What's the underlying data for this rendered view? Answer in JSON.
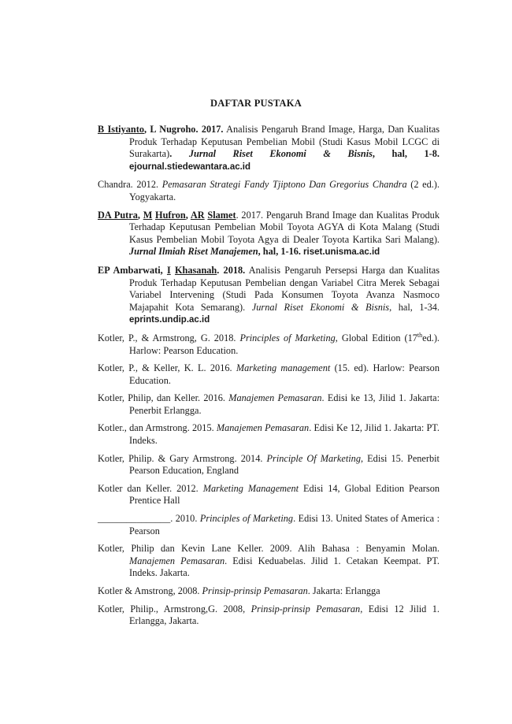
{
  "title": "DAFTAR PUSTAKA",
  "refs": [
    {
      "a1": "B Istiyanto",
      "a2": ", L Nugroho. 2017.",
      "t1": " Analisis Pengaruh Brand Image, Harga, Dan Kualitas Produk Terhadap Keputusan Pembelian Mobil (Studi Kasus Mobil LCGC di Surakarta)",
      "t2": ". ",
      "j": "Jurnal Riset Ekonomi & Bisnis",
      "p": ", hal, 1-8. ",
      "url": "ejournal.stiedewantara.ac.id"
    },
    {
      "t1": "Chandra. 2012. ",
      "i": "Pemasaran Strategi Fandy Tjiptono Dan Gregorius Chandra",
      "t2": " (2 ed.). Yogyakarta."
    },
    {
      "a1": "DA Putra",
      "a2": ", ",
      "a3": "M",
      "a4": " ",
      "a5": "Hufron",
      "a6": ", ",
      "a7": "AR",
      "a8": " ",
      "a9": "Slamet",
      "t1": ". 2017. Pengaruh Brand Image dan Kualitas Produk Terhadap Keputusan Pembelian Mobil Toyota AGYA di Kota Malang (Studi Kasus Pembelian Mobil Toyota Agya di Dealer Toyota Kartika Sari Malang). ",
      "j": "Jurnal Ilmiah Riset Manajemen",
      "p": ", hal, 1-16. ",
      "url": "riset.unisma.ac.id"
    },
    {
      "a1": "EP Ambarwati",
      "a2": ", ",
      "a3": "I",
      "a4": " ",
      "a5": "Khasanah",
      "a6": ".  2018.",
      "t1": "  Analisis Pengaruh Persepsi Harga dan Kualitas Produk Terhadap Keputusan Pembelian dengan Variabel Citra Merek Sebagai Variabel Intervening (Studi Pada Konsumen Toyota Avanza Nasmoco Majapahit Kota Semarang). ",
      "i": "Jurnal Riset Ekonomi & Bisnis",
      "t2": ", hal, 1-34. ",
      "url": "eprints.undip.ac.id"
    },
    {
      "t1": "Kotler, P., & Armstrong, G. 2018. ",
      "i": "Principles of Marketing",
      "t2": ", Global Edition (17",
      "sup": "th",
      "t3": "ed.). Harlow: Pearson Education."
    },
    {
      "t1": "Kotler, P., & Keller, K. L. 2016. ",
      "i": "Marketing management",
      "t2": " (15. ed). Harlow: Pearson Education."
    },
    {
      "t1": "Kotler, Philip, dan Keller. 2016. ",
      "i": "Manajemen Pemasaran",
      "t2": ". Edisi ke 13, Jilid 1. Jakarta: Penerbit Erlangga."
    },
    {
      "t1": "Kotler., dan Armstrong. 2015. ",
      "i": "Manajemen Pemasaran",
      "t2": ". Edisi Ke 12, Jilid 1. Jakarta: PT. Indeks."
    },
    {
      "t1": "Kotler, Philip. & Gary Armstrong. 2014. ",
      "i": "Principle Of Marketing",
      "t2": ", Edisi 15. Penerbit Pearson Education, England"
    },
    {
      "t1": "Kotler dan Keller. 2012. ",
      "i": "Marketing Management",
      "t2": " Edisi 14, Global Edition Pearson Prentice Hall"
    },
    {
      "t1": "_______________. 2010. ",
      "i": "Principles of Marketing",
      "t2": ". Edisi 13. United States of America : Pearson"
    },
    {
      "t1": "Kotler, Philip dan Kevin Lane Keller. 2009. Alih Bahasa : Benyamin Molan. ",
      "i": "Manajemen Pemasaran",
      "t2": ". Edisi Keduabelas. Jilid 1. Cetakan Keempat. PT. Indeks. Jakarta."
    },
    {
      "t1": "Kotler & Amstrong, 2008. ",
      "i": "Prinsip-prinsip Pemasaran",
      "t2": ". Jakarta: Erlangga"
    },
    {
      "t1": "Kotler, Philip., Armstrong,G. 2008, ",
      "i": "Prinsip-prinsip Pemasaran",
      "t2": ", Edisi 12 Jilid 1. Erlangga, Jakarta."
    }
  ]
}
